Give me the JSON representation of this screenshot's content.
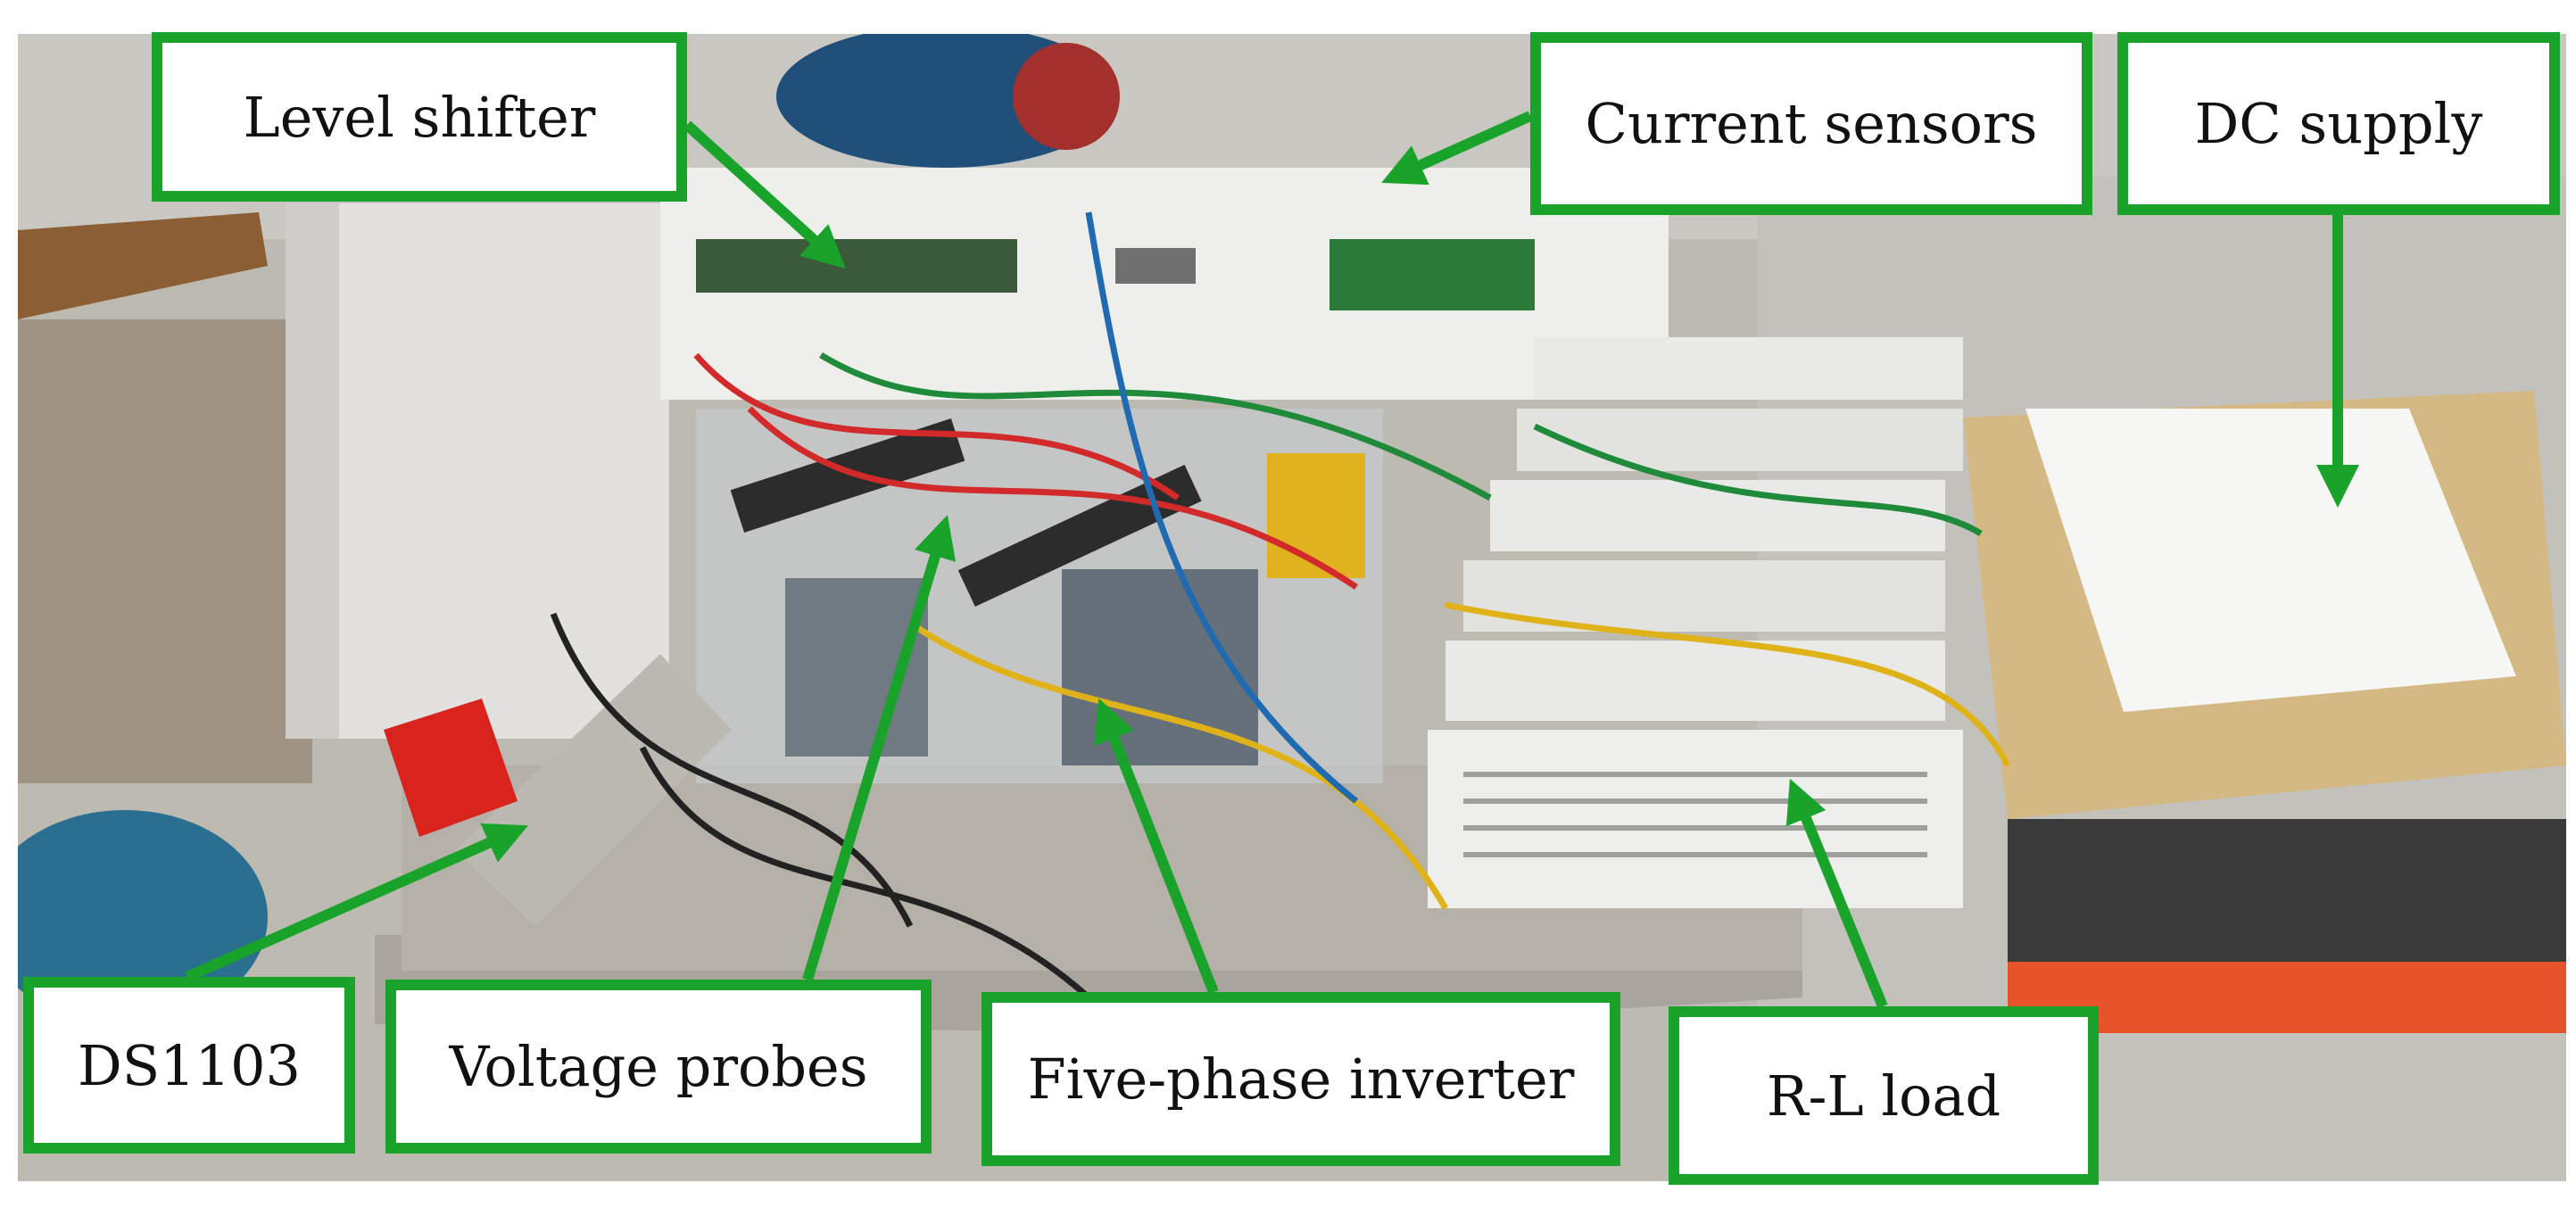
{
  "labels": {
    "level_shifter": "Level shifter",
    "current_sensors": "Current sensors",
    "dc_supply": "DC supply",
    "ds1103": "DS1103",
    "voltage_probes": "Voltage probes",
    "five_phase_inverter": "Five-phase inverter",
    "rl_load": "R-L load"
  },
  "colors": {
    "callout_border": "#1aa32b",
    "arrow": "#1aa32b",
    "label_text": "#111111"
  }
}
